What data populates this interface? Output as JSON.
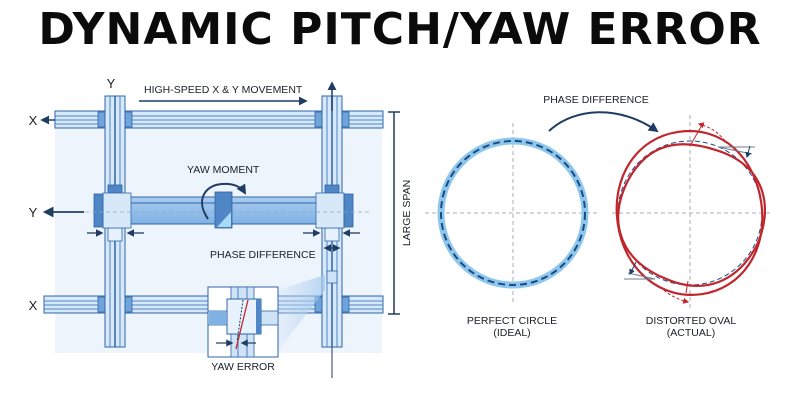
{
  "title": "DYNAMIC PITCH/YAW ERROR",
  "gantry": {
    "axis_labels": {
      "y_top": "Y",
      "x_top": "X",
      "y_mid": "Y",
      "x_bottom": "X"
    },
    "movement_label": "HIGH-SPEED X & Y MOVEMENT",
    "yaw_moment_label": "YAW MOMENT",
    "phase_difference_label": "PHASE DIFFERENCE",
    "yaw_error_label": "YAW ERROR",
    "span_label": "LARGE SPAN"
  },
  "comparison": {
    "phase_difference_label": "PHASE DIFFERENCE",
    "ideal": {
      "line1": "PERFECT CIRCLE",
      "line2": "(IDEAL)"
    },
    "actual": {
      "line1": "DISTORTED OVAL",
      "line2": "(ACTUAL)"
    }
  },
  "colors": {
    "rail_fill": "#cfe3f7",
    "rail_stroke": "#2f64a8",
    "rail_dark": "#4f86c6",
    "panel_bg": "#eef4fb",
    "arrow_navy": "#1f3d63",
    "ideal_ring": "#8ec7ee",
    "ideal_dash": "#1d4a80",
    "actual_red": "#c0262d",
    "guide_gray": "#a9adb3"
  }
}
